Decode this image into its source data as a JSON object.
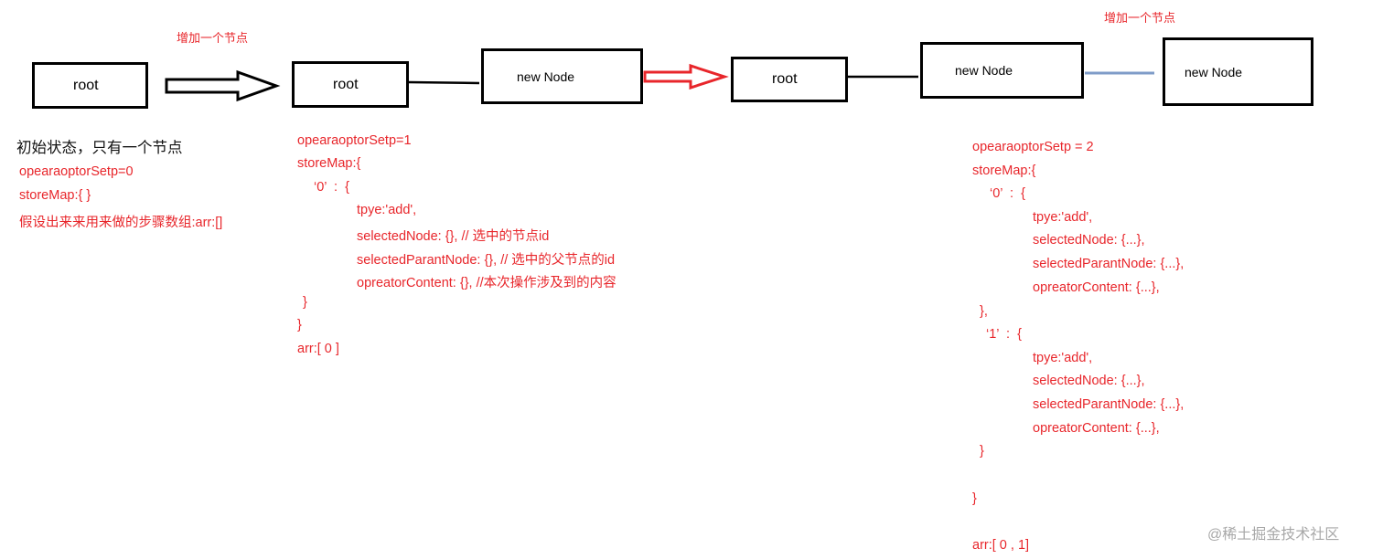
{
  "step_labels": [
    "增加一个节点",
    "增加一个节点"
  ],
  "nodes": {
    "state0_root": "root",
    "state1_root": "root",
    "state1_new": "new Node",
    "state2_root": "root",
    "state2_new1": "new Node",
    "state2_new2": "new Node"
  },
  "state0": {
    "caption": "初始状态，只有一个节点",
    "lines": [
      "opearaoptorSetp=0",
      "storeMap:{ }",
      "假设出来来用来做的步骤数组:arr:[]"
    ]
  },
  "state1": {
    "lines": [
      "opearaoptorSetp=1",
      "storeMap:{",
      "‘0’  :  {",
      "tpye:'add',",
      "selectedNode: {}, // 选中的节点id",
      "selectedParantNode: {}, // 选中的父节点的id",
      "opreatorContent: {}, //本次操作涉及到的内容",
      "}",
      "}",
      "arr:[ 0 ]"
    ]
  },
  "state2": {
    "lines": [
      "opearaoptorSetp = 2",
      "storeMap:{",
      "‘0’  :  {",
      "tpye:'add',",
      "selectedNode: {...},",
      "selectedParantNode: {...},",
      "opreatorContent: {...},",
      "},",
      "‘1’  :  {",
      "tpye:'add',",
      "selectedNode: {...},",
      "selectedParantNode: {...},",
      "opreatorContent: {...},",
      "}",
      "}",
      "arr:[ 0 , 1]"
    ]
  },
  "watermark": "@稀土掘金技术社区",
  "colors": {
    "annotation": "#e8262b",
    "connector_blue": "#7f9cc8",
    "arrow_red": "#e8262b"
  }
}
